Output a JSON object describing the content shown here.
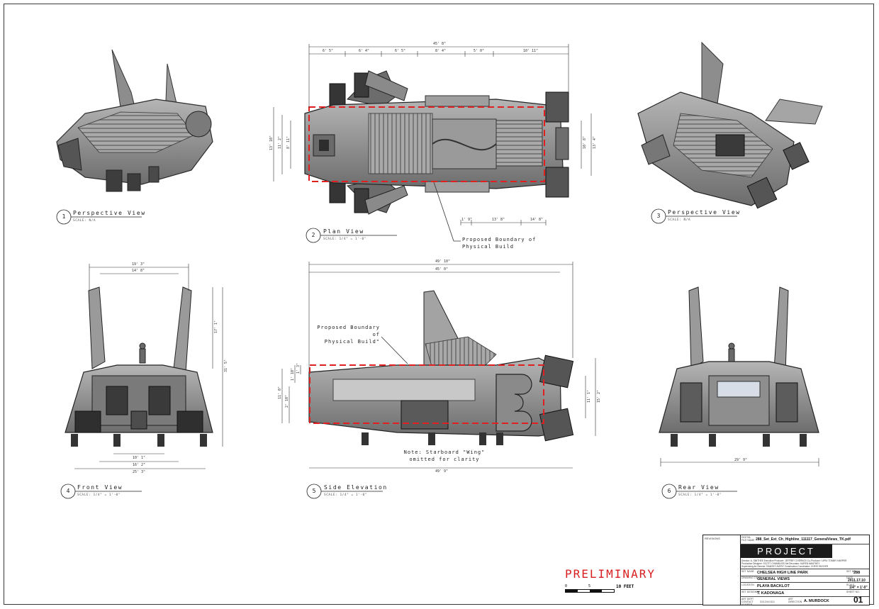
{
  "views": [
    {
      "num": "1",
      "title": "Perspective View",
      "scale": "SCALE: N/A"
    },
    {
      "num": "2",
      "title": "Plan View",
      "scale": "SCALE: 1/4\" = 1'-0\""
    },
    {
      "num": "3",
      "title": "Perspective View",
      "scale": "SCALE: N/A"
    },
    {
      "num": "4",
      "title": "Front View",
      "scale": "SCALE: 1/4\" = 1'-0\""
    },
    {
      "num": "5",
      "title": "Side Elevation",
      "scale": "SCALE: 1/4\" = 1'-0\""
    },
    {
      "num": "6",
      "title": "Rear View",
      "scale": "SCALE: 1/4\" = 1'-0\""
    }
  ],
  "notes": {
    "plan_boundary_1": "Proposed Boundary of",
    "plan_boundary_2": "Physical Build",
    "side_boundary_1": "Proposed Boundary of",
    "side_boundary_2": "Physical Build\"",
    "wing_1": "Note: Starboard \"Wing\"",
    "wing_2": "omitted for clarity"
  },
  "dimensions": {
    "plan_overall": "45' 8\"",
    "plan_segments": [
      "6' 5\"",
      "6' 4\"",
      "6' 5\"",
      "8' 4\"",
      "5' 0\"",
      "10' 11\""
    ],
    "plan_bottom": [
      "1' 9\"",
      "13' 8\"",
      "14' 8\""
    ],
    "plan_left": [
      "13' 10\"",
      "11' 2\"",
      "8' 11\""
    ],
    "plan_right": [
      "10' 8\"",
      "13' 4\""
    ],
    "front_top": [
      "19' 3\"",
      "14' 8\""
    ],
    "front_right": [
      "17' 1\"",
      "31' 5\""
    ],
    "front_bottom": [
      "10' 1\"",
      "16' 2\"",
      "25' 3\""
    ],
    "side_top": [
      "49' 10\"",
      "45' 0\""
    ],
    "side_left": [
      "11' 0\"",
      "2' 10\"",
      "1' 10\"",
      "1' 3\""
    ],
    "side_right": [
      "11' 1\"",
      "15' 2\""
    ],
    "side_bottom": "49' 9\"",
    "rear_bottom": "29' 9\""
  },
  "preliminary": "PRELIMINARY",
  "scale_bar": {
    "zero": "0",
    "five": "5",
    "ten_label": "10 FEET"
  },
  "title_block": {
    "revisions": "REVISIONS",
    "digital_file_label": "DIGITAL FILE NAME",
    "digital_file": "288_Set_Ext_Ch_Highline_111117_GeneralViews_TK.pdf",
    "logo": "PROJECT",
    "credits_1": "Director: A. SMITHEE   Executive Producer: JEFFREY CHERNOV   Co-Producer / UPM: TOMMY HARPER",
    "credits_2": "Production Designer: SCOTT CHAMBLISS                Set Decorator: KAREN MANTHEY",
    "credits_3": "Supervising Art Director: RAMSEY AVERY              Construction Coordinator: CHRIS SNYDER",
    "set_name_label": "SET NAME",
    "set_name": "CHELSEA HIGH LINE PARK",
    "set_no_label": "SET NO.",
    "set_no": "288",
    "drawing_title_label": "DRAWING TITLE",
    "drawing_title": "GENERAL VIEWS",
    "date_label": "DATE",
    "date": "2011.17.10",
    "location_label": "LOCATION",
    "location": "PLAYA BACKLOT",
    "scale_label": "SCALE",
    "scale": "1/4\" = 1'-0\"",
    "set_designer_label": "SET DESIGNER",
    "set_designer": "T. KADONAGA",
    "sheet_no_label": "SHEET NO.",
    "sheet_no": "01",
    "art_dept_label": "ART DEPT CONTACT NUMBER",
    "art_dept": "310.244.0111",
    "art_direction_label": "ART DIRECTION",
    "art_direction": "A. MURDOCK"
  },
  "colors": {
    "boundary": "#e02020",
    "linework": "#333333",
    "hull": "#9a9a9a"
  }
}
